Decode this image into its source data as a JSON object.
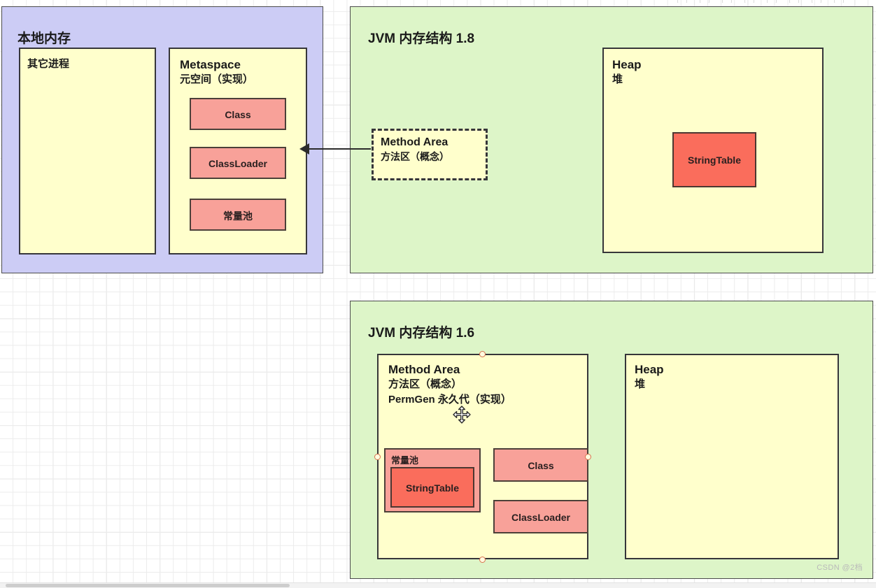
{
  "app": {
    "watermark": "CSDN @2档"
  },
  "native_memory_panel": {
    "title": "本地内存",
    "other_process": {
      "label": "其它进程"
    },
    "metaspace": {
      "title": "Metaspace",
      "subtitle": "元空间（实现）",
      "items": [
        {
          "label": "Class"
        },
        {
          "label": "ClassLoader"
        },
        {
          "label": "常量池"
        }
      ]
    }
  },
  "jvm18_panel": {
    "title": "JVM 内存结构 1.8",
    "method_area": {
      "title": "Method Area",
      "subtitle": "方法区（概念）"
    },
    "heap": {
      "title": "Heap",
      "subtitle": "堆",
      "string_table": {
        "label": "StringTable"
      }
    }
  },
  "jvm16_panel": {
    "title": "JVM 内存结构 1.6",
    "method_area": {
      "title": "Method Area",
      "subtitle": "方法区（概念）",
      "subtitle2": "PermGen 永久代（实现）",
      "constant_pool": {
        "label": "常量池",
        "string_table": {
          "label": "StringTable"
        }
      },
      "items": [
        {
          "label": "Class"
        },
        {
          "label": "ClassLoader"
        }
      ]
    },
    "heap": {
      "title": "Heap",
      "subtitle": "堆"
    }
  },
  "colors": {
    "native_panel": "#ccccf5",
    "green_panel": "#ddf5c8",
    "yellow_box": "#ffffcc",
    "salmon_light": "#f8a199",
    "salmon_strong": "#fa6d5c",
    "stroke": "#36363a",
    "handle": "#d9704f"
  }
}
